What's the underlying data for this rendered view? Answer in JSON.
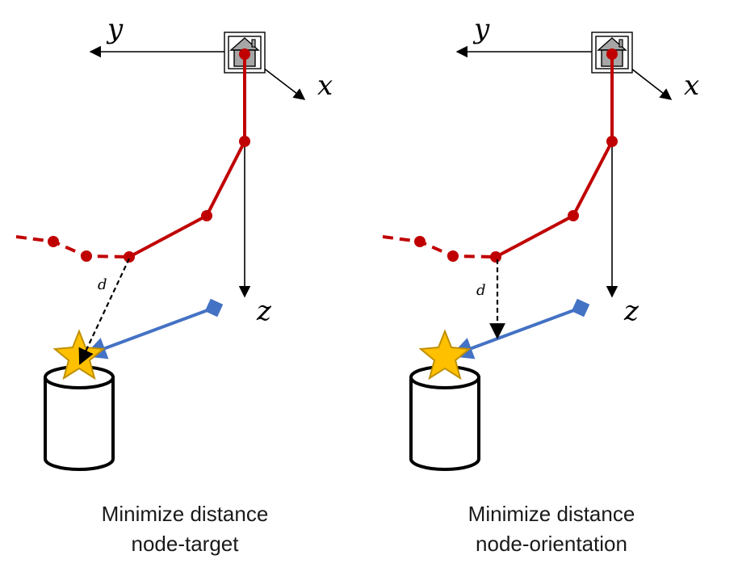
{
  "colors": {
    "arm": "#c00000",
    "orientation": "#4472c4",
    "star_fill": "#ffc000",
    "star_stroke": "#bf9000",
    "home_fill": "#a6a6a6",
    "axes": "#000000"
  },
  "icons": [
    "home-icon",
    "star-icon",
    "cylinder-icon"
  ],
  "panels": [
    {
      "id": "left",
      "axis_x": "x",
      "axis_y": "y",
      "axis_z": "z",
      "distance_label": "d",
      "caption_line1": "Minimize distance",
      "caption_line2": "node-target"
    },
    {
      "id": "right",
      "axis_x": "x",
      "axis_y": "y",
      "axis_z": "z",
      "distance_label": "d",
      "caption_line1": "Minimize distance",
      "caption_line2": "node-orientation"
    }
  ]
}
